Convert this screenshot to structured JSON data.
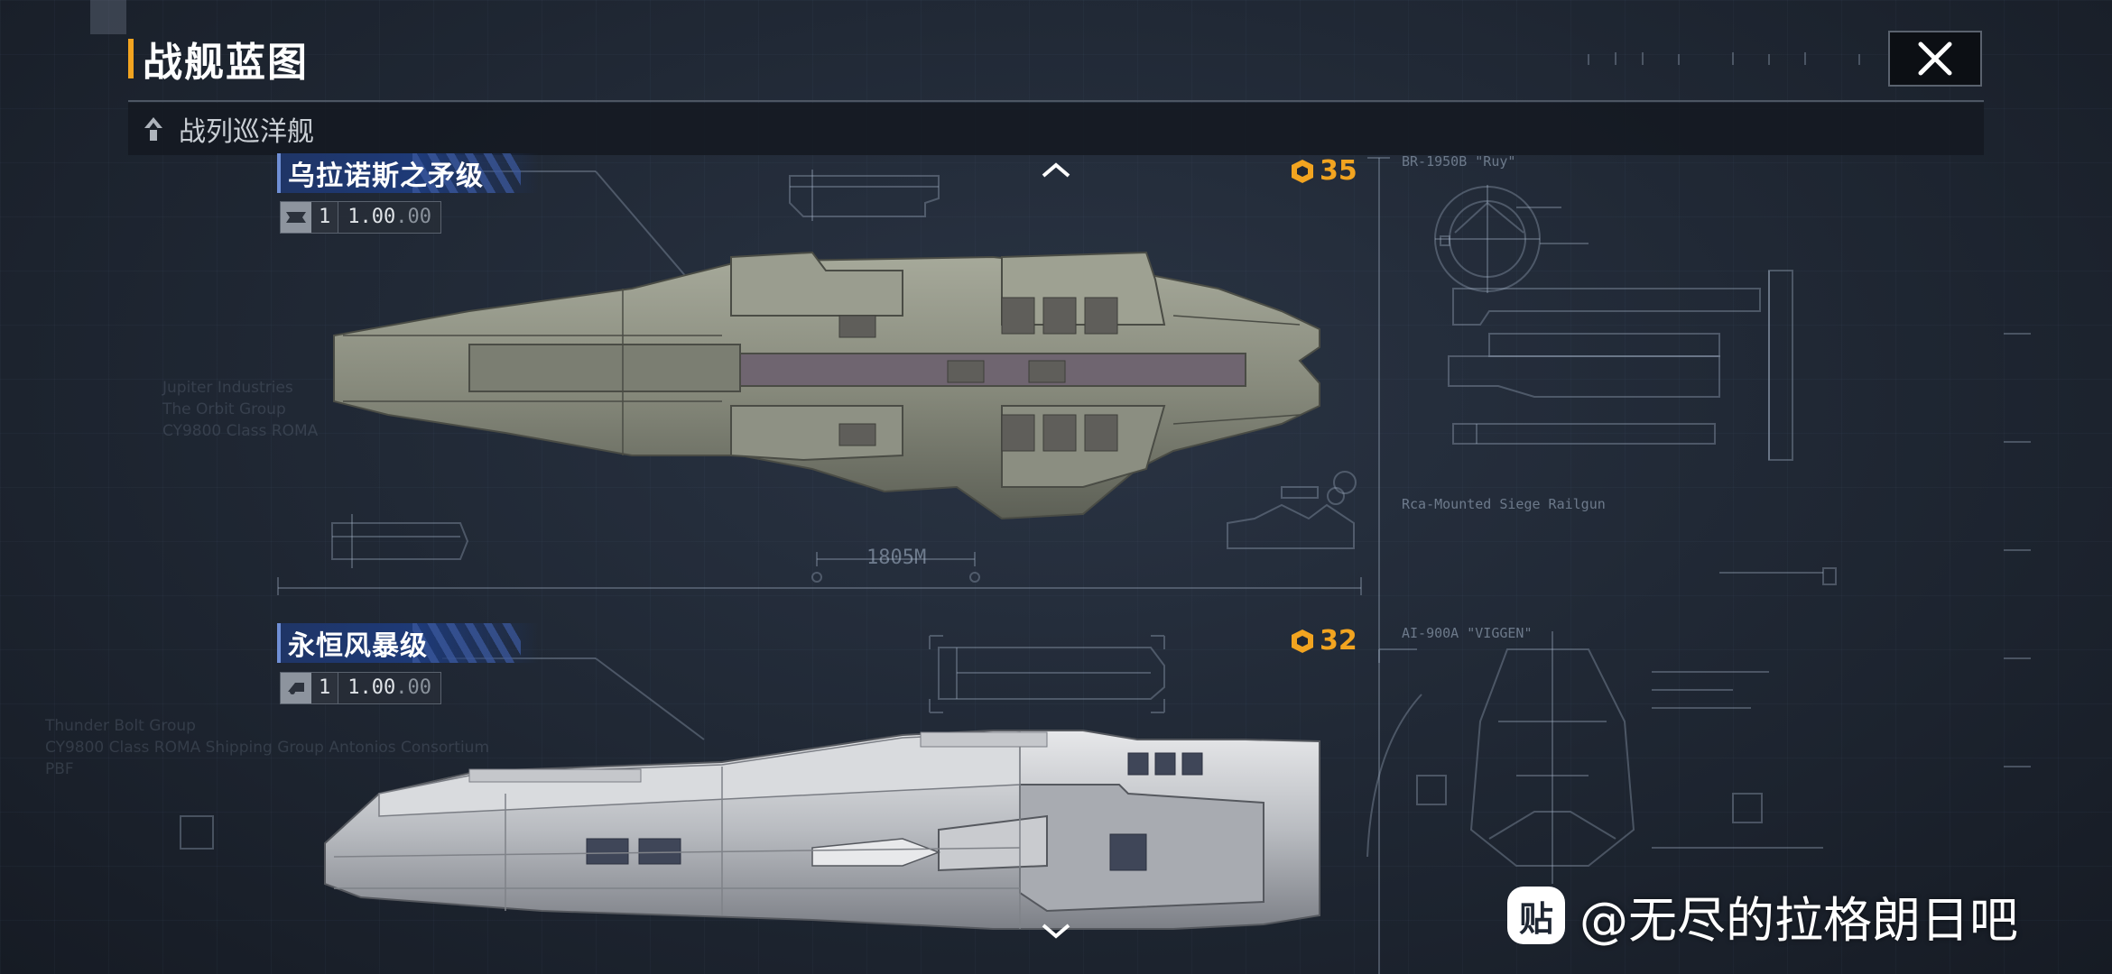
{
  "header": {
    "title": "战舰蓝图",
    "close_label": "✕"
  },
  "category": {
    "label": "战列巡洋舰"
  },
  "ships": [
    {
      "name": "乌拉诺斯之矛级",
      "cost": "35",
      "level": "1",
      "ratio": "1.00",
      "ratio_suffix": ".00",
      "length": "1805M",
      "weapon_label": "Rca-Mounted Siege Railgun",
      "blueprint_code": "BR-1950B \"Ruy\"",
      "maker_lines": [
        "Jupiter Industries",
        "The Orbit Group",
        "CY9800 Class ROMA"
      ]
    },
    {
      "name": "永恒风暴级",
      "cost": "32",
      "level": "1",
      "ratio": "1.00",
      "ratio_suffix": ".00",
      "blueprint_code": "AI-900A \"VIGGEN\"",
      "maker_lines": [
        "Thunder Bolt Group",
        "CY9800 Class ROMA Shipping Group Antonios Consortium",
        "PBF"
      ]
    }
  ],
  "watermark": {
    "text": "@无尽的拉格朗日吧",
    "logo_glyph": "贴"
  },
  "icons": {
    "close": "close-icon",
    "category": "arrow-up-chevron-icon",
    "cost": "resource-crate-icon",
    "scroll_up": "chevron-up-icon",
    "scroll_down": "chevron-down-icon"
  },
  "colors": {
    "accent": "#f2a420",
    "banner": "#1e3a78",
    "background": "#1e2633"
  }
}
